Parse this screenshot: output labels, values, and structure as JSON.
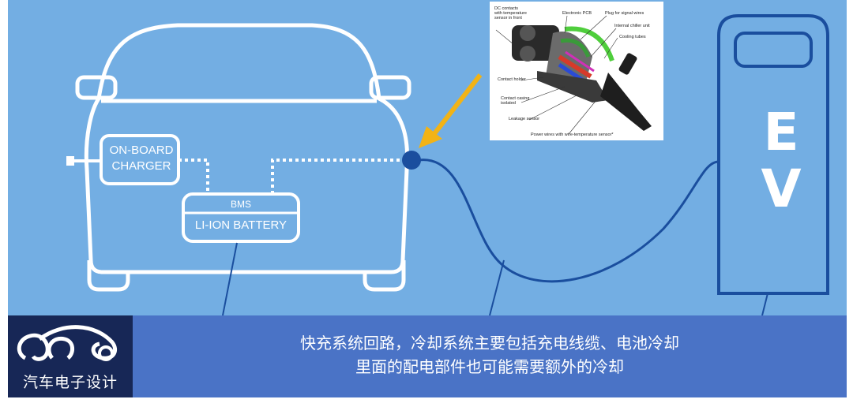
{
  "diagram": {
    "charger_label_line1": "ON-BOARD",
    "charger_label_line2": "CHARGER",
    "bms_label": "BMS",
    "battery_label": "LI-ION BATTERY",
    "station_label_line1": "E",
    "station_label_line2": "V"
  },
  "inset_photo": {
    "callouts": [
      "DC contacts",
      "with temperature",
      "sensor in front",
      "Electronic PCB",
      "Plug for signal wires",
      "Internal chiller unit",
      "Cooling tubes",
      "Contact holder",
      "Contact casing",
      "isolated",
      "Leakage sensor",
      "Power wires with  wire-temperature sensor*"
    ]
  },
  "footer": {
    "logo_text": "汽车电子设计",
    "caption_line1": "快充系统回路，冷却系统主要包括充电线缆、电池冷却",
    "caption_line2": "里面的配电部件也可能需要额外的冷却"
  },
  "colors": {
    "background": "#73aee3",
    "line_white": "#ffffff",
    "cable": "#1a4e9e",
    "arrow": "#f2b316",
    "footer_bar": "#4a73c6",
    "logo_bg": "#172756"
  }
}
